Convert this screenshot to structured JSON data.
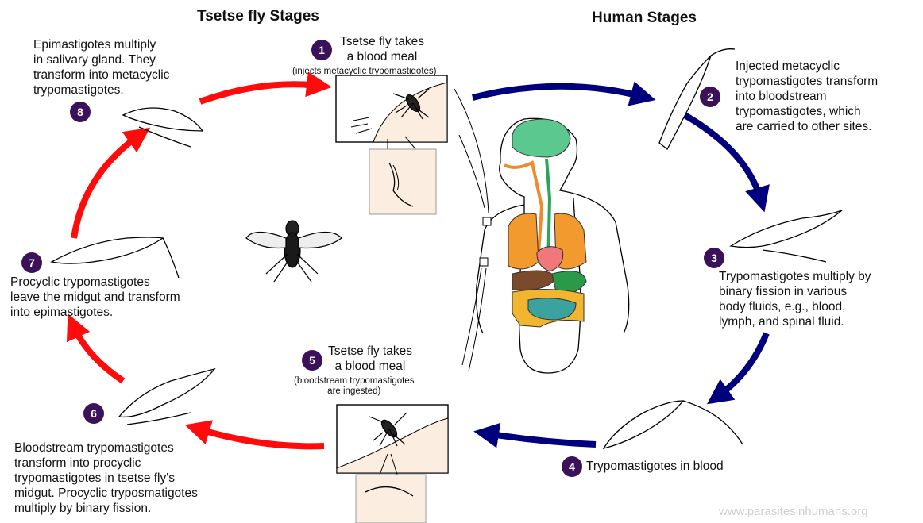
{
  "headers": {
    "tsetse": "Tsetse fly Stages",
    "human": "Human Stages"
  },
  "stages": [
    {
      "num": "1",
      "lines": [
        "Tsetse fly takes",
        "a blood meal"
      ],
      "note": [
        "(injects metacyclic trypomastigotes)"
      ]
    },
    {
      "num": "2",
      "lines": [
        "Injected metacyclic",
        "trypomastigotes transform",
        "into bloodstream",
        "trypomastigotes, which",
        "are carried to other sites."
      ]
    },
    {
      "num": "3",
      "lines": [
        "Trypomastigotes multiply by",
        "binary fission in various",
        "body fluids, e.g., blood,",
        "lymph, and spinal fluid."
      ]
    },
    {
      "num": "4",
      "lines": [
        "Trypomastigotes in blood"
      ]
    },
    {
      "num": "5",
      "lines": [
        "Tsetse fly takes",
        "a blood meal"
      ],
      "note": [
        "(bloodstream trypomastigotes",
        "are ingested)"
      ]
    },
    {
      "num": "6",
      "lines": [
        "Bloodstream trypomastigotes",
        "transform into procyclic",
        "trypomastigotes in tsetse fly's",
        "midgut. Procyclic tryposmatigotes",
        "multiply by binary fission."
      ]
    },
    {
      "num": "7",
      "lines": [
        "Procyclic trypomastigotes",
        "leave the midgut and transform",
        "into epimastigotes."
      ]
    },
    {
      "num": "8",
      "lines": [
        "Epimastigotes multiply",
        "in salivary gland. They",
        "transform into metacyclic",
        "trypomastigotes."
      ]
    }
  ],
  "watermark": "www.parasitesinhumans.org",
  "colors": {
    "red_arrow": "#ff0b0b",
    "blue_arrow": "#00007f",
    "badge": "#3b1259",
    "inset_skin": "#fbeee0"
  }
}
